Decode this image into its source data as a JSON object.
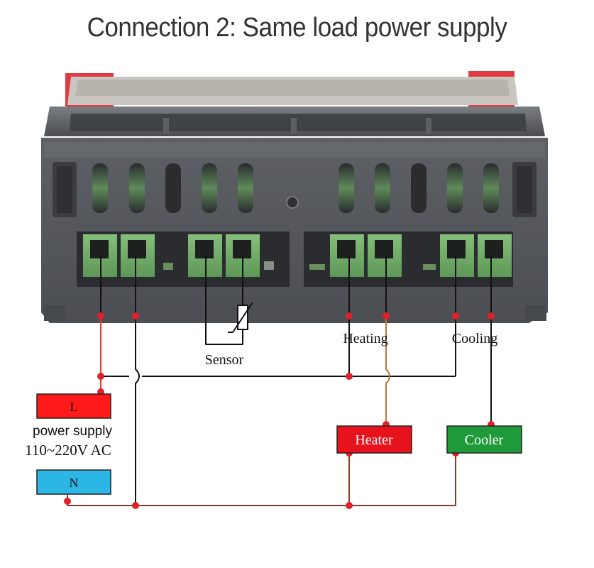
{
  "title": "Connection 2: Same load power supply",
  "labels": {
    "sensor": "Sensor",
    "heating": "Heating",
    "cooling": "Cooling",
    "power_supply": "power supply",
    "voltage": "110~220V AC"
  },
  "boxes": {
    "live": "L",
    "neutral": "N",
    "heater": "Heater",
    "cooler": "Cooler"
  },
  "colors": {
    "live": "#ff1a1a",
    "neutral": "#2cb6e6",
    "heater": "#e8121c",
    "cooler": "#1f9a3a",
    "wire_black": "#111111",
    "wire_live": "#e23a2c",
    "wire_brown": "#8a3a2a",
    "wire_heater": "#b9743c",
    "terminal_green": "#6fae66",
    "housing": "#55585d",
    "red_clip": "#e03a45"
  }
}
